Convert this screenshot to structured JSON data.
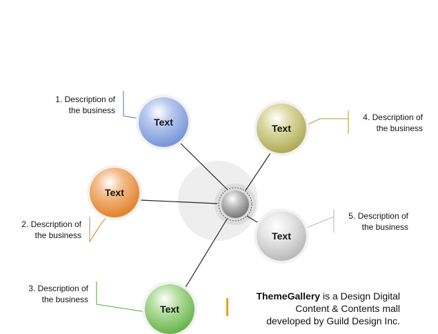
{
  "diagram": {
    "nodes": [
      {
        "label": "Text",
        "description": [
          "1. Description of",
          "the business"
        ],
        "color": "#8fa9e0",
        "accent": "#4a72c4"
      },
      {
        "label": "Text",
        "description": [
          "2. Description of",
          "the business"
        ],
        "color": "#e99a57",
        "accent": "#e07b22"
      },
      {
        "label": "Text",
        "description": [
          "3. Description of",
          "the business"
        ],
        "color": "#86c96b",
        "accent": "#52a33a"
      },
      {
        "label": "Text",
        "description": [
          "4. Description of",
          "the business"
        ],
        "color": "#c8c67a",
        "accent": "#9aa33a"
      },
      {
        "label": "Text",
        "description": [
          "5. Description of",
          "the business"
        ],
        "color": "#d8d8d8",
        "accent": "#a8a8a8"
      }
    ],
    "hub_color": "#a0a0a0"
  },
  "footer": {
    "brand": "ThemeGallery",
    "line1_rest": " is a Design Digital",
    "line2": "Content & Contents mall",
    "line3": "developed by Guild Design Inc."
  }
}
